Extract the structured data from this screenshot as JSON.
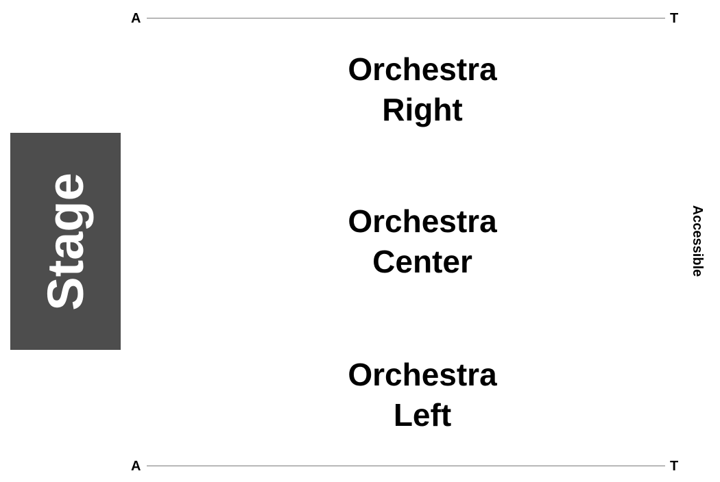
{
  "rows": {
    "top": {
      "start": "A",
      "end": "T"
    },
    "bottom": {
      "start": "A",
      "end": "T"
    }
  },
  "stage": {
    "label": "Stage",
    "color": "#4d4d4d"
  },
  "sections": [
    {
      "line1": "Orchestra",
      "line2": "Right"
    },
    {
      "line1": "Orchestra",
      "line2": "Center"
    },
    {
      "line1": "Orchestra",
      "line2": "Left"
    }
  ],
  "accessible": {
    "label": "Accessible"
  }
}
